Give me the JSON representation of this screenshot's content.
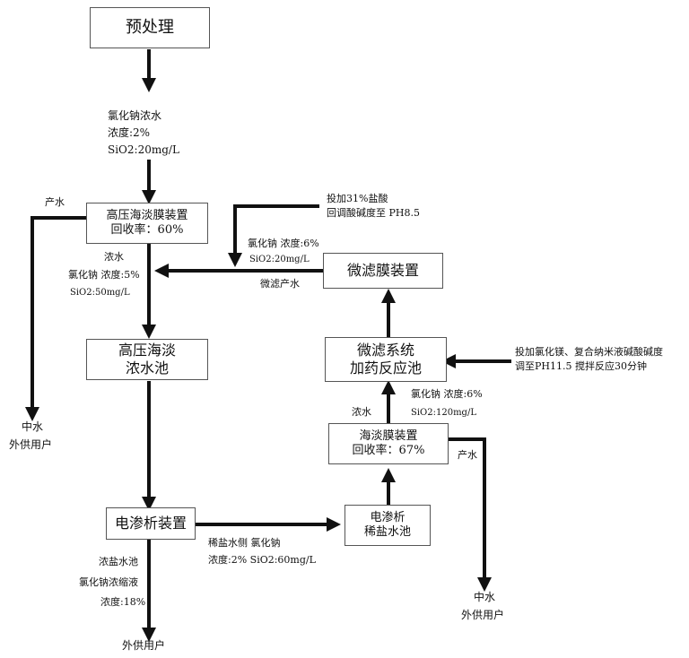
{
  "nodes": {
    "pretreat": {
      "lines": [
        "预处理"
      ]
    },
    "ro_high": {
      "lines": [
        "高压海淡膜装置",
        "回收率：60%"
      ]
    },
    "conc_pool": {
      "lines": [
        "高压海淡",
        "浓水池"
      ]
    },
    "electrodialysis": {
      "lines": [
        "电渗析装置"
      ]
    },
    "ed_dilute_pool": {
      "lines": [
        "电渗析",
        "稀盐水池"
      ]
    },
    "ro2": {
      "lines": [
        "海淡膜装置",
        "回收率：67%"
      ]
    },
    "mf_reaction": {
      "lines": [
        "微滤系统",
        "加药反应池"
      ]
    },
    "mf_device": {
      "lines": [
        "微滤膜装置"
      ]
    }
  },
  "labels": {
    "feed_1": "氯化钠浓水",
    "feed_2": "浓度:2%",
    "feed_3": "SiO2:20mg/L",
    "product_left": "产水",
    "conc_out": "浓水",
    "conc_nacl": "氯化钠 浓度:5%",
    "conc_sio2": "SiO2:50mg/L",
    "acid_1": "投加31%盐酸",
    "acid_2": "回调酸碱度至 PH8.5",
    "mf_nacl": "氯化钠 浓度:6%",
    "mf_sio2": "SiO2:20mg/L",
    "mf_product": "微滤产水",
    "dose_1": "投加氯化镁、复合纳米液碱酸碱度",
    "dose_2": "调至PH11.5 搅拌反应30分钟",
    "ro2_conc": "浓水",
    "ro2_nacl": "氯化钠 浓度:6%",
    "ro2_sio2": "SiO2:120mg/L",
    "product_right": "产水",
    "dilute_1": "稀盐水侧 氯化钠",
    "dilute_2": "浓度:2% SiO2:60mg/L",
    "brine_1": "浓盐水池",
    "brine_2": "氯化钠浓缩液",
    "brine_3": "浓度:18%",
    "ext_user": "外供用户",
    "mid_left_1": "中水",
    "mid_left_2": "外供用户",
    "mid_right_1": "中水",
    "mid_right_2": "外供用户"
  }
}
